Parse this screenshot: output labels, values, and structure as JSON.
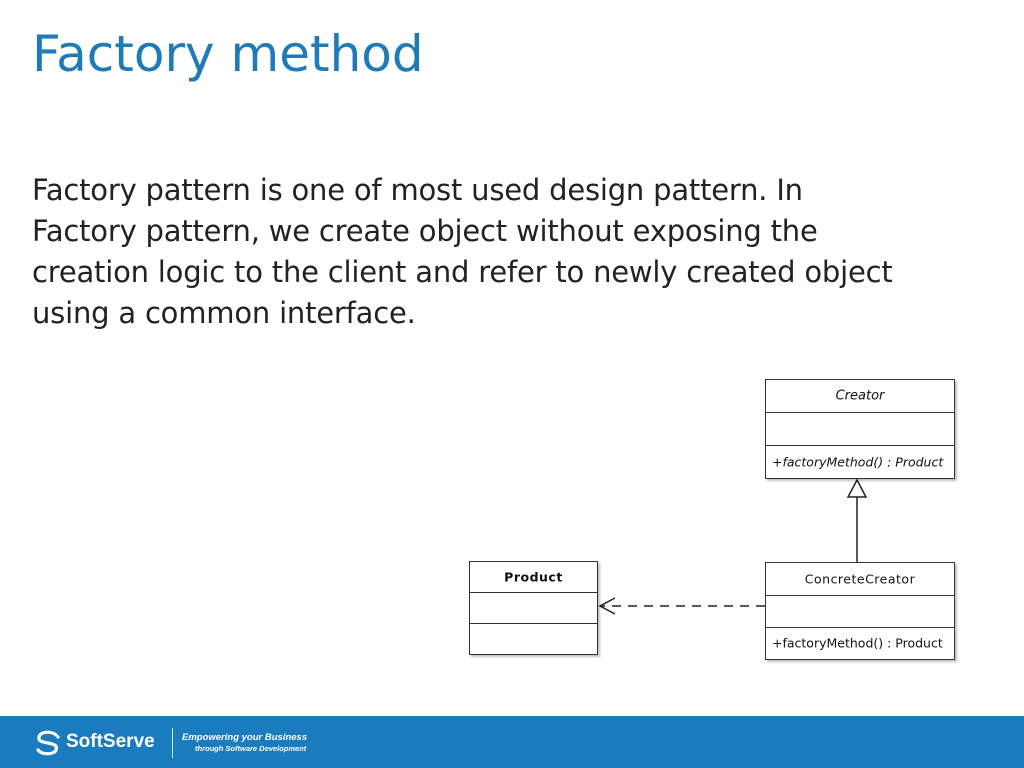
{
  "slide": {
    "title": "Factory method",
    "body_lines": [
      "Factory pattern is one of most used design pattern. In",
      "Factory pattern, we create object without exposing the",
      "creation logic to the client and refer to newly created object",
      "using a common interface."
    ]
  },
  "diagram": {
    "creator": {
      "name": "Creator",
      "attributes": "",
      "operation": "+factoryMethod() : Product"
    },
    "concrete_creator": {
      "name": "ConcreteCreator",
      "attributes": "",
      "operation": "+factoryMethod() : Product"
    },
    "product": {
      "name": "Product",
      "attributes": "",
      "operations": ""
    },
    "relations": [
      {
        "from": "ConcreteCreator",
        "to": "Creator",
        "kind": "generalization"
      },
      {
        "from": "ConcreteCreator",
        "to": "Product",
        "kind": "dependency"
      }
    ]
  },
  "footer": {
    "brand": "SoftServe",
    "tagline_1": "Empowering your Business",
    "tagline_2": "through Software Development",
    "bar_color": "#1a7cbf",
    "logo_icon": "softserve-logo-icon"
  },
  "colors": {
    "title": "#1f7ab8",
    "text": "#222222"
  }
}
